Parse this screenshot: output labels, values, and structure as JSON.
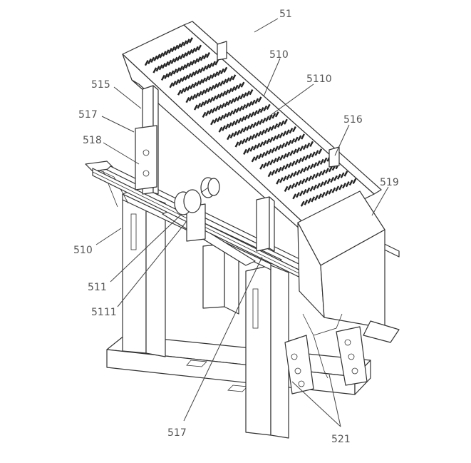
{
  "labels": {
    "l51": "51",
    "l510_top": "510",
    "l5110": "5110",
    "l515": "515",
    "l517_top": "517",
    "l516": "516",
    "l518": "518",
    "l519": "519",
    "l510_left": "510",
    "l511": "511",
    "l5111": "5111",
    "l517_bottom": "517",
    "l521": "521"
  },
  "colors": {
    "line": "#333333",
    "label": "#555555",
    "background": "#ffffff"
  }
}
